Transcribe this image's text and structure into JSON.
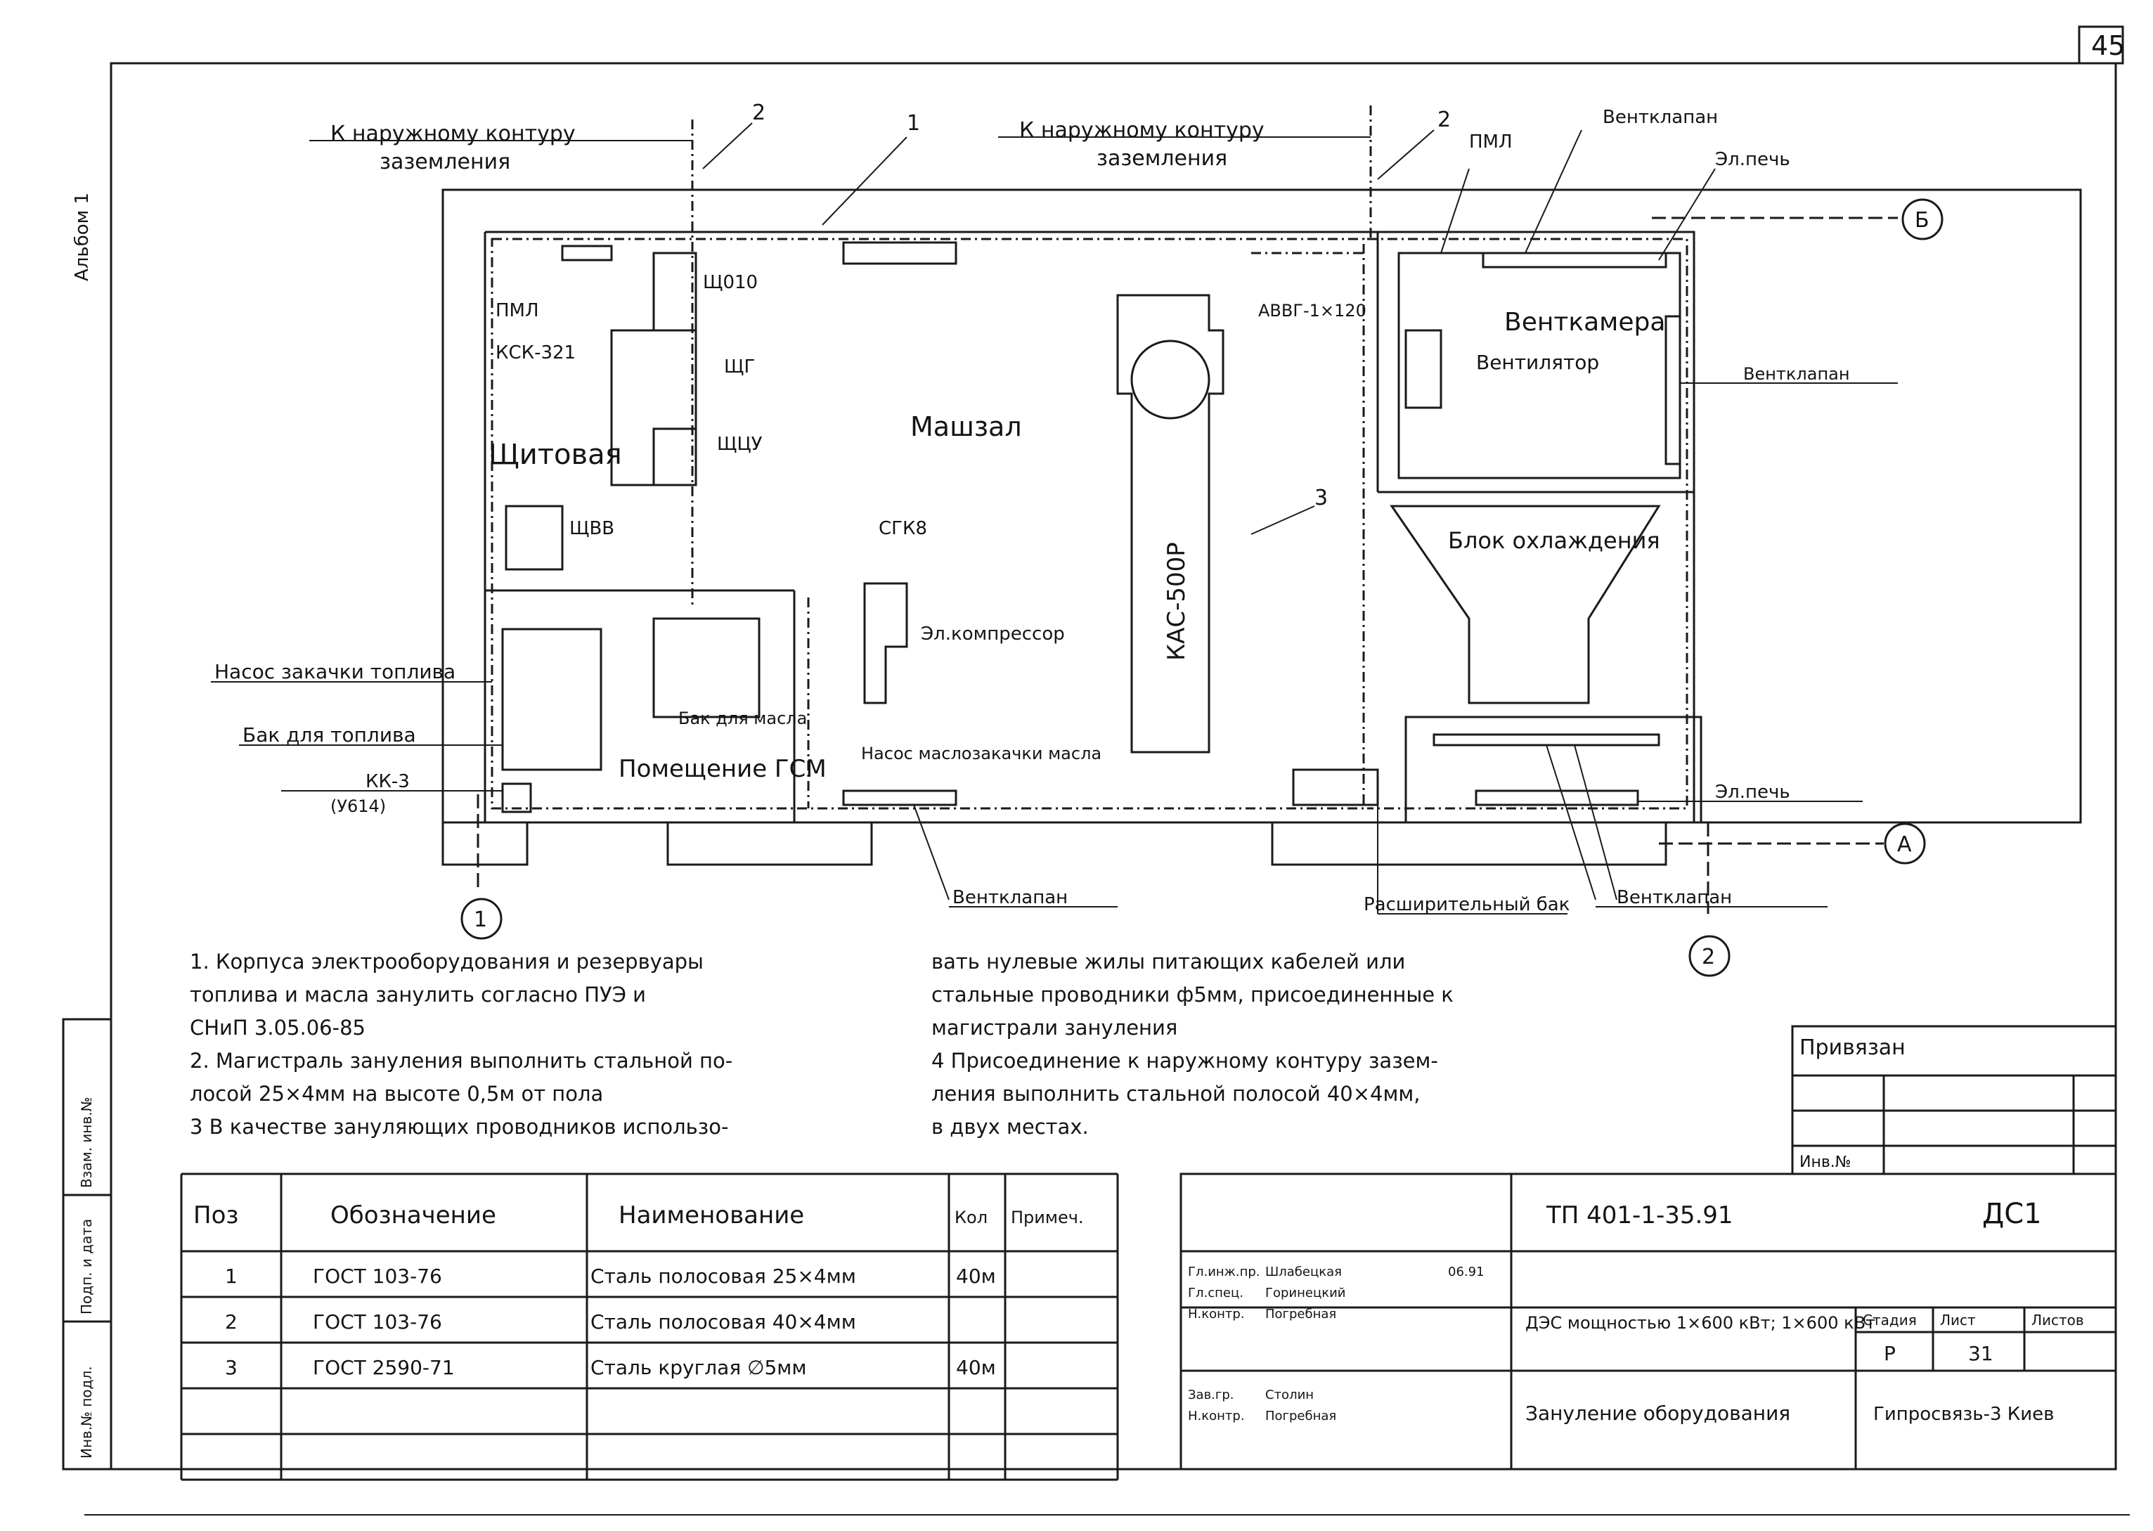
{
  "sheet": {
    "page_number": "45",
    "album": "Альбом 1",
    "doc_code": "ТП 401-1-35.91",
    "sheet_code": "ДС1",
    "project_title": "ДЭС мощностью 1×600 кВт; 1×600 кВт",
    "sheet_title": "Зануление оборудования",
    "organization": "Гипросвязь-3 Киев",
    "stage_label": "Стадия",
    "stage": "Р",
    "sheet_label": "Лист",
    "sheet_no": "31",
    "sheets_label": "Листов",
    "bound_label": "Привязан",
    "inv_label": "Инв.№",
    "side_stamp": [
      "Инв.№ подл.",
      "Подп. и дата",
      "Взам. инв.№"
    ],
    "signatures": [
      {
        "role": "Гл.инж.пр.",
        "name": "Шлабецкая",
        "date": "06.91"
      },
      {
        "role": "Гл.спец.",
        "name": "Горинецкий"
      },
      {
        "role": "Н.контр.",
        "name": "Погребная"
      },
      {
        "role": "Зав.гр.",
        "name": "Столин"
      },
      {
        "role": "Н.контр.",
        "name": "Погребная"
      }
    ]
  },
  "plan": {
    "rooms": [
      "Щитовая",
      "Машзал",
      "Помещение ГСМ",
      "Венткамера",
      "Блок охлаждения"
    ],
    "equipment": {
      "generator": "КАС-500Р",
      "shch10": "Щ010",
      "shch_g": "ЩГ",
      "shch_u": "ЩЦУ",
      "shch_v": "ЩВВ",
      "pml": "ПМЛ",
      "ksk": "КСК-321",
      "cable": "АВВГ-1×120",
      "sgk": "СГК8",
      "compressor": "Эл.компрессор",
      "pump_fuel": "Насос закачки топлива",
      "fuel_tank": "Бак для топлива",
      "oil_tank": "Бак для масла",
      "kk": "КК-3",
      "kk_code": "(У614)",
      "pump_oil": "Насос маслозакачки масла",
      "fan": "Вентилятор",
      "valve": "Вентклапан",
      "stove": "Эл.печь",
      "exp_tank": "Расширительный бак"
    },
    "outer_contour_left": [
      "К наружному контуру",
      "заземления"
    ],
    "outer_contour_right": [
      "К наружному контуру",
      "заземления"
    ],
    "pos": [
      "1",
      "2",
      "2",
      "3"
    ],
    "axes": [
      "1",
      "2",
      "А",
      "Б"
    ]
  },
  "notes": [
    "1. Корпуса электрооборудования и резервуары",
    "   топлива и масла занулить согласно ПУЭ и",
    "   СНиП 3.05.06-85",
    "2. Магистраль зануления выполнить стальной по-",
    "   лосой 25×4мм на высоте 0,5м от пола",
    "3 В качестве зануляющих проводников использо-",
    "вать нулевые жилы питающих кабелей или",
    "стальные проводники ф5мм, присоединенные к",
    "магистрали зануления",
    "4 Присоединение к наружному контуру зазем-",
    "   ления выполнить стальной полосой 40×4мм,",
    "   в двух местах."
  ],
  "spec_table": {
    "headers": [
      "Поз",
      "Обозначение",
      "Наименование",
      "Кол",
      "Примеч."
    ],
    "rows": [
      [
        "1",
        "ГОСТ 103-76",
        "Сталь полосовая 25×4мм",
        "40м",
        ""
      ],
      [
        "2",
        "ГОСТ 103-76",
        "Сталь полосовая 40×4мм",
        "",
        ""
      ],
      [
        "3",
        "ГОСТ 2590-71",
        "Сталь круглая ∅5мм",
        "40м",
        ""
      ]
    ]
  }
}
